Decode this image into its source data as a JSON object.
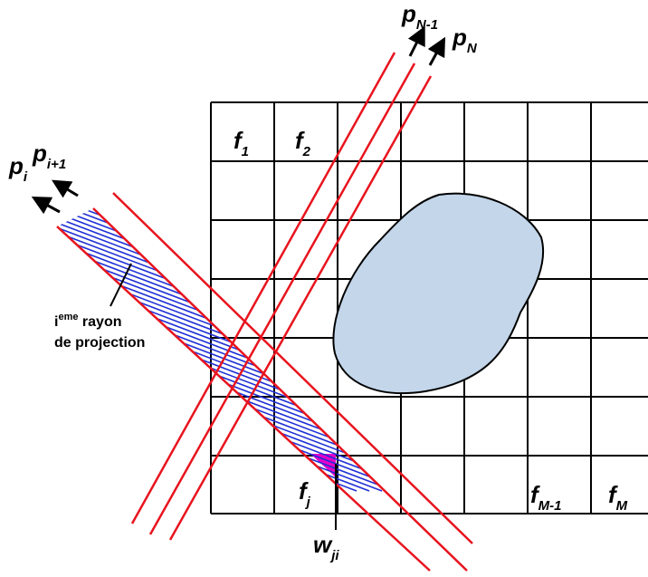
{
  "pixels": {
    "f1": {
      "main": "f",
      "sub": "1"
    },
    "f2": {
      "main": "f",
      "sub": "2"
    },
    "fj": {
      "main": "f",
      "sub": "j"
    },
    "fM1": {
      "main": "f",
      "sub": "M-1"
    },
    "fM": {
      "main": "f",
      "sub": "M"
    }
  },
  "projections": {
    "pi": {
      "main": "p",
      "sub": "i"
    },
    "pi1": {
      "main": "p",
      "sub": "i+1"
    },
    "pN1": {
      "main": "p",
      "sub": "N-1"
    },
    "pN": {
      "main": "p",
      "sub": "N"
    }
  },
  "weight": {
    "main": "w",
    "sub": "ji"
  },
  "ray_caption": {
    "line1_prefix": "i",
    "line1_sup": "eme",
    "line1_rest": " rayon",
    "line2": "de projection"
  },
  "colors": {
    "grid": "#000000",
    "ray": "#e8141e",
    "hatch": "#1f2fd6",
    "object_fill": "#c3d6ea",
    "object_stroke": "#000000",
    "weight_fill": "#e600c8"
  }
}
